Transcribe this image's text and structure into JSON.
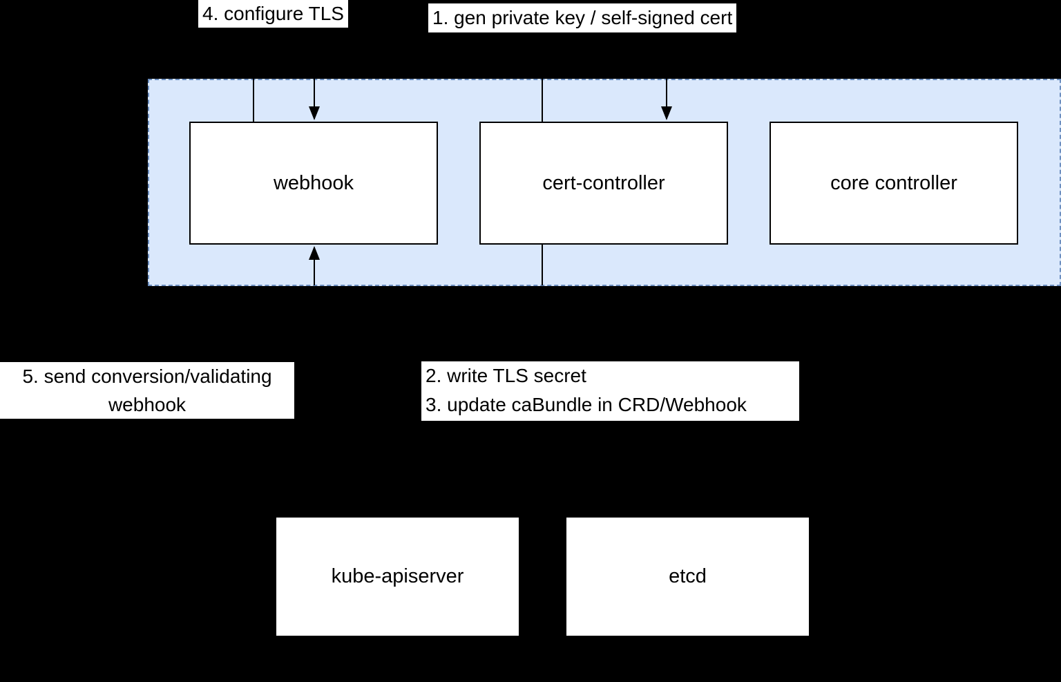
{
  "colors": {
    "background": "#000000",
    "container_fill": "#dae8fc",
    "container_border": "#6c8ebf",
    "node_fill": "#ffffff",
    "node_border": "#000000",
    "label_bg": "#ffffff",
    "text": "#000000",
    "arrow": "#000000"
  },
  "annotations": {
    "step4": "4. configure TLS",
    "step1": "1. gen private key / self-signed cert",
    "step5": "5. send conversion/validating webhook",
    "step2": "2. write TLS secret",
    "step3": "3. update caBundle in CRD/Webhook"
  },
  "nodes": {
    "webhook": {
      "label": "webhook"
    },
    "cert_controller": {
      "label": "cert-controller"
    },
    "core_controller": {
      "label": "core controller"
    },
    "kube_apiserver": {
      "label": "kube-apiserver"
    },
    "etcd": {
      "label": "etcd"
    }
  }
}
